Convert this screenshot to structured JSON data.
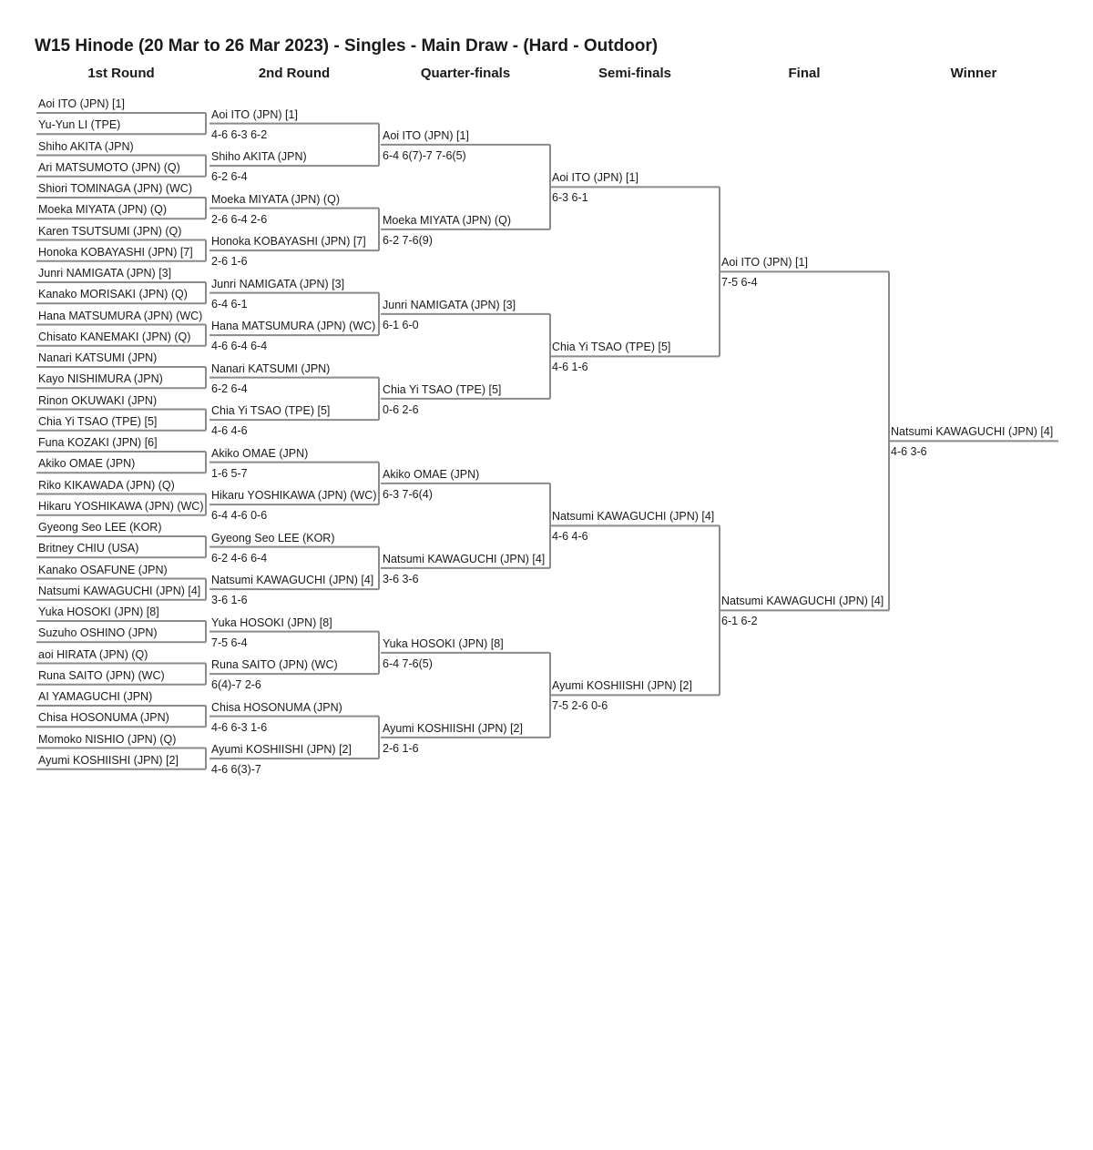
{
  "title": "W15 Hinode (20 Mar to 26 Mar 2023) - Singles - Main Draw - (Hard - Outdoor)",
  "rounds": [
    "1st Round",
    "2nd Round",
    "Quarter-finals",
    "Semi-finals",
    "Final",
    "Winner"
  ],
  "bracket": [
    [
      {
        "name": "Aoi ITO (JPN) [1]"
      },
      {
        "name": "Yu-Yun LI (TPE)"
      },
      {
        "name": "Shiho AKITA (JPN)"
      },
      {
        "name": "Ari MATSUMOTO (JPN) (Q)"
      },
      {
        "name": "Shiori TOMINAGA (JPN) (WC)"
      },
      {
        "name": "Moeka MIYATA (JPN) (Q)"
      },
      {
        "name": "Karen TSUTSUMI (JPN) (Q)"
      },
      {
        "name": "Honoka KOBAYASHI (JPN) [7]"
      },
      {
        "name": "Junri NAMIGATA (JPN) [3]"
      },
      {
        "name": "Kanako MORISAKI (JPN) (Q)"
      },
      {
        "name": "Hana MATSUMURA (JPN) (WC)"
      },
      {
        "name": "Chisato KANEMAKI (JPN) (Q)"
      },
      {
        "name": "Nanari KATSUMI (JPN)"
      },
      {
        "name": "Kayo NISHIMURA (JPN)"
      },
      {
        "name": "Rinon OKUWAKI (JPN)"
      },
      {
        "name": "Chia Yi TSAO (TPE) [5]"
      },
      {
        "name": "Funa KOZAKI (JPN) [6]"
      },
      {
        "name": "Akiko OMAE (JPN)"
      },
      {
        "name": "Riko KIKAWADA (JPN) (Q)"
      },
      {
        "name": "Hikaru YOSHIKAWA (JPN) (WC)"
      },
      {
        "name": "Gyeong Seo LEE (KOR)"
      },
      {
        "name": "Britney CHIU (USA)"
      },
      {
        "name": "Kanako OSAFUNE (JPN)"
      },
      {
        "name": "Natsumi KAWAGUCHI (JPN) [4]"
      },
      {
        "name": "Yuka HOSOKI (JPN) [8]"
      },
      {
        "name": "Suzuho OSHINO (JPN)"
      },
      {
        "name": "aoi HIRATA (JPN) (Q)"
      },
      {
        "name": "Runa SAITO (JPN) (WC)"
      },
      {
        "name": "AI YAMAGUCHI (JPN)"
      },
      {
        "name": "Chisa HOSONUMA (JPN)"
      },
      {
        "name": "Momoko NISHIO (JPN) (Q)"
      },
      {
        "name": "Ayumi KOSHIISHI (JPN) [2]"
      }
    ],
    [
      {
        "name": "Aoi ITO (JPN) [1]",
        "score": "4-6 6-3 6-2"
      },
      {
        "name": "Shiho AKITA (JPN)",
        "score": "6-2 6-4"
      },
      {
        "name": "Moeka MIYATA (JPN) (Q)",
        "score": "2-6 6-4 2-6"
      },
      {
        "name": "Honoka KOBAYASHI (JPN) [7]",
        "score": "2-6 1-6"
      },
      {
        "name": "Junri NAMIGATA (JPN) [3]",
        "score": "6-4 6-1"
      },
      {
        "name": "Hana MATSUMURA (JPN) (WC)",
        "score": "4-6 6-4 6-4"
      },
      {
        "name": "Nanari KATSUMI (JPN)",
        "score": "6-2 6-4"
      },
      {
        "name": "Chia Yi TSAO (TPE) [5]",
        "score": "4-6 4-6"
      },
      {
        "name": "Akiko OMAE (JPN)",
        "score": "1-6 5-7"
      },
      {
        "name": "Hikaru YOSHIKAWA (JPN) (WC)",
        "score": "6-4 4-6 0-6"
      },
      {
        "name": "Gyeong Seo LEE (KOR)",
        "score": "6-2 4-6 6-4"
      },
      {
        "name": "Natsumi KAWAGUCHI (JPN) [4]",
        "score": "3-6 1-6"
      },
      {
        "name": "Yuka HOSOKI (JPN) [8]",
        "score": "7-5 6-4"
      },
      {
        "name": "Runa SAITO (JPN) (WC)",
        "score": "6(4)-7 2-6"
      },
      {
        "name": "Chisa HOSONUMA (JPN)",
        "score": "4-6 6-3 1-6"
      },
      {
        "name": "Ayumi KOSHIISHI (JPN) [2]",
        "score": "4-6 6(3)-7"
      }
    ],
    [
      {
        "name": "Aoi ITO (JPN) [1]",
        "score": "6-4 6(7)-7 7-6(5)"
      },
      {
        "name": "Moeka MIYATA (JPN) (Q)",
        "score": "6-2 7-6(9)"
      },
      {
        "name": "Junri NAMIGATA (JPN) [3]",
        "score": "6-1 6-0"
      },
      {
        "name": "Chia Yi TSAO (TPE) [5]",
        "score": "0-6 2-6"
      },
      {
        "name": "Akiko OMAE (JPN)",
        "score": "6-3 7-6(4)"
      },
      {
        "name": "Natsumi KAWAGUCHI (JPN) [4]",
        "score": "3-6 3-6"
      },
      {
        "name": "Yuka HOSOKI (JPN) [8]",
        "score": "6-4 7-6(5)"
      },
      {
        "name": "Ayumi KOSHIISHI (JPN) [2]",
        "score": "2-6 1-6"
      }
    ],
    [
      {
        "name": "Aoi ITO (JPN) [1]",
        "score": "6-3 6-1"
      },
      {
        "name": "Chia Yi TSAO (TPE) [5]",
        "score": "4-6 1-6"
      },
      {
        "name": "Natsumi KAWAGUCHI (JPN) [4]",
        "score": "4-6 4-6"
      },
      {
        "name": "Ayumi KOSHIISHI (JPN) [2]",
        "score": "7-5 2-6 0-6"
      }
    ],
    [
      {
        "name": "Aoi ITO (JPN) [1]",
        "score": "7-5 6-4"
      },
      {
        "name": "Natsumi KAWAGUCHI (JPN) [4]",
        "score": "6-1 6-2"
      }
    ],
    [
      {
        "name": "Natsumi KAWAGUCHI (JPN) [4]",
        "score": "4-6 3-6"
      }
    ]
  ]
}
